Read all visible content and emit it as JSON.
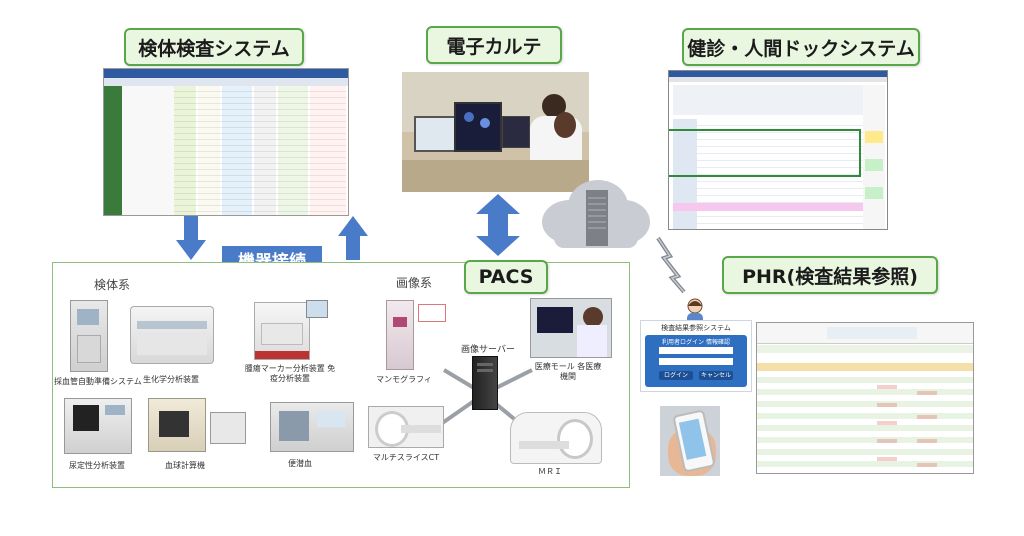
{
  "titles": {
    "lab_system": "検体検査システム",
    "emr": "電子カルテ",
    "checkup_system": "健診・人間ドックシステム",
    "pacs": "PACS",
    "phr": "PHR(検査結果参照)"
  },
  "device_connection": "機器接続",
  "groups": {
    "specimen": "検体系",
    "imaging": "画像系"
  },
  "specimen_devices": [
    "採血管自動準備システム",
    "生化学分析装置",
    "腫瘍マーカー分析装置 免疫分析装置",
    "尿定性分析装置",
    "血球計算機",
    "便潜血"
  ],
  "imaging_devices": {
    "mammography": "マンモグラフィ",
    "server": "画像サーバー",
    "modality": "医療モール 各医療機関",
    "ct": "マルチスライスCT",
    "mri": "ＭＲＩ"
  },
  "phr_login": {
    "title": "検査結果参照システム",
    "header": "利用者ログイン 情報確認",
    "login_button": "ログイン",
    "cancel_button": "キャンセル"
  },
  "colors": {
    "label_bg": "#eaf7e0",
    "label_border": "#5aa64a",
    "arrow_blue": "#4a7bc8",
    "container_border": "#8cc07a"
  }
}
